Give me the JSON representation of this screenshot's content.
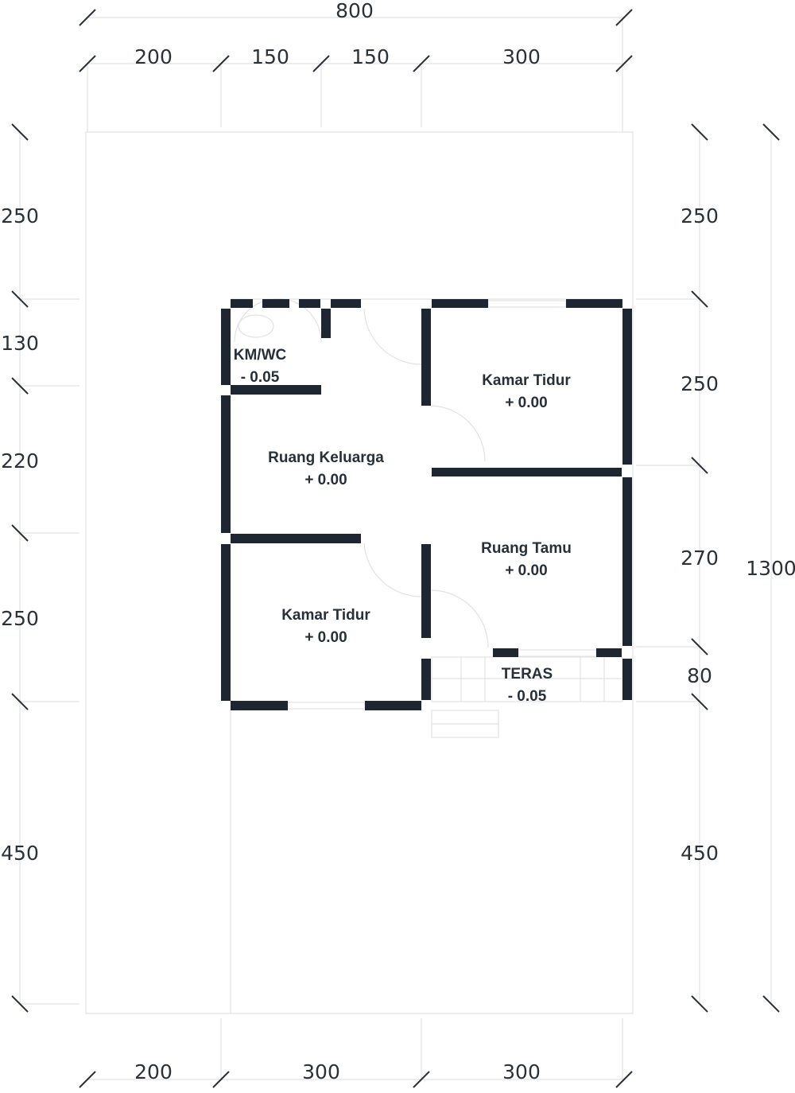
{
  "plan": {
    "top_total": "800",
    "top_dims": [
      "200",
      "150",
      "150",
      "300"
    ],
    "bottom_dims": [
      "200",
      "300",
      "300"
    ],
    "left_dims": [
      "250",
      "130",
      "220",
      "250",
      "450"
    ],
    "right_dims": [
      "250",
      "250",
      "270",
      "80",
      "450"
    ],
    "right_total": "1300",
    "rooms": [
      {
        "name": "KM/WC",
        "level": "- 0.05"
      },
      {
        "name": "Kamar Tidur",
        "level": "+ 0.00"
      },
      {
        "name": "Ruang Keluarga",
        "level": "+ 0.00"
      },
      {
        "name": "Ruang Tamu",
        "level": "+ 0.00"
      },
      {
        "name": "Kamar Tidur",
        "level": "+ 0.00"
      },
      {
        "name": "TERAS",
        "level": "- 0.05"
      }
    ],
    "wall_color": "#1e2731"
  }
}
